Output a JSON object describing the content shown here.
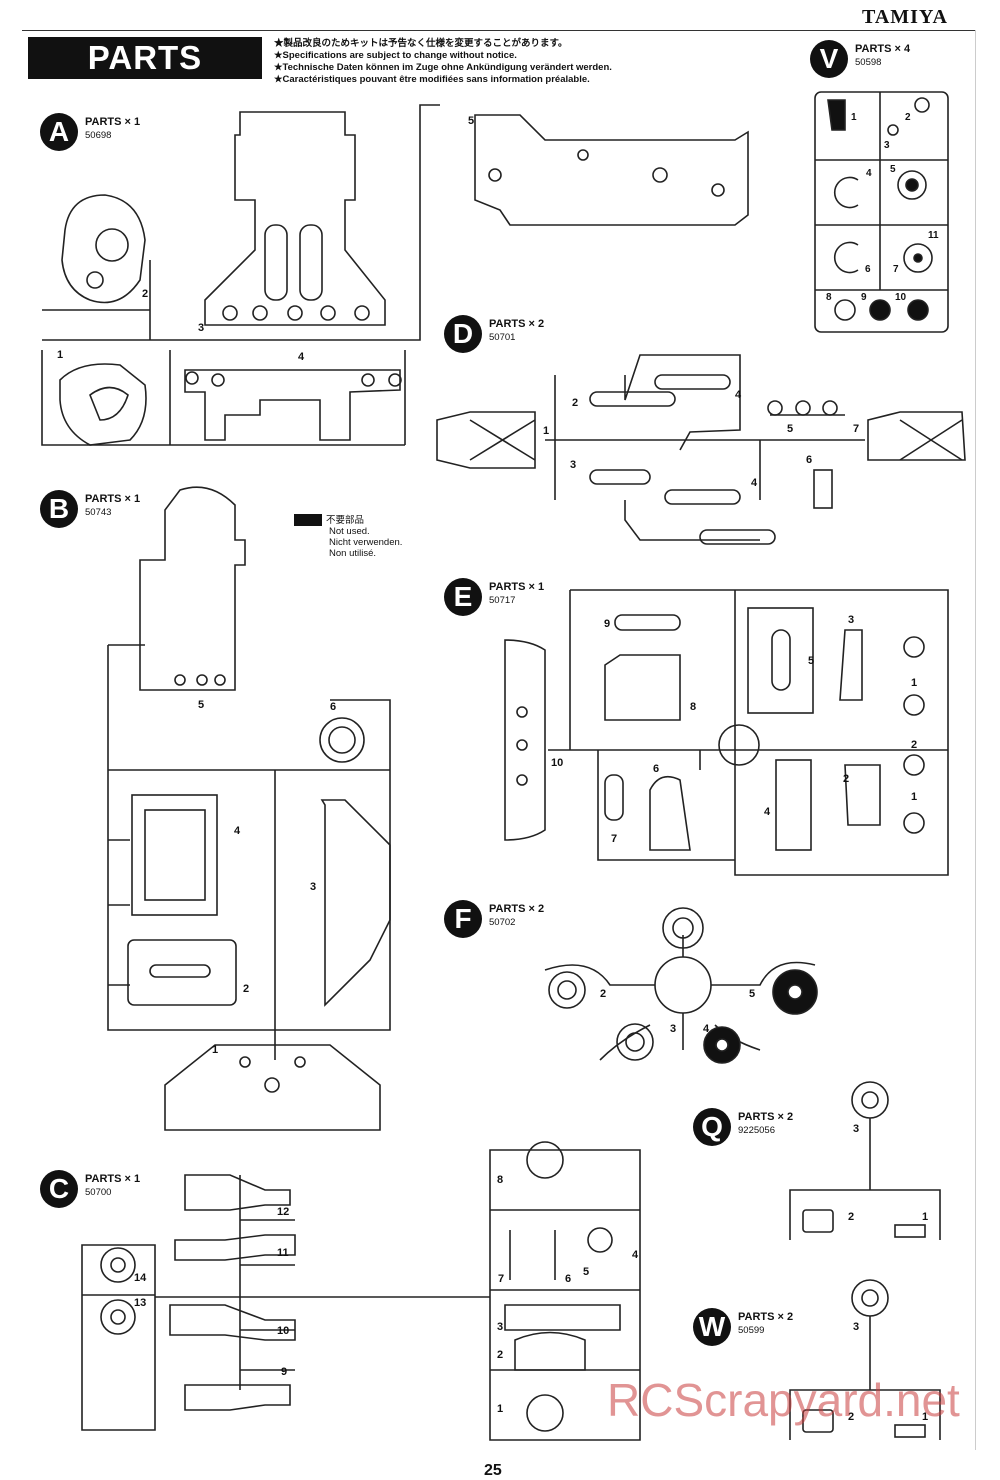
{
  "brand": "TAMIYA",
  "page_title": "PARTS",
  "notices": [
    "★製品改良のためキットは予告なく仕様を変更することがあります。",
    "★Specifications are subject to change without notice.",
    "★Technische Daten können im Zuge ohne Ankündigung verändert werden.",
    "★Caractéristiques pouvant être modifiées sans information préalable."
  ],
  "legend": {
    "jp": "不要部品",
    "en": "Not used.",
    "de": "Nicht verwenden.",
    "fr": "Non utilisé."
  },
  "sections": [
    {
      "letter": "A",
      "qty": "PARTS × 1",
      "code": "50698"
    },
    {
      "letter": "B",
      "qty": "PARTS × 1",
      "code": "50743"
    },
    {
      "letter": "C",
      "qty": "PARTS × 1",
      "code": "50700"
    },
    {
      "letter": "D",
      "qty": "PARTS × 2",
      "code": "50701"
    },
    {
      "letter": "E",
      "qty": "PARTS × 1",
      "code": "50717"
    },
    {
      "letter": "F",
      "qty": "PARTS × 2",
      "code": "50702"
    },
    {
      "letter": "Q",
      "qty": "PARTS × 2",
      "code": "9225056"
    },
    {
      "letter": "W",
      "qty": "PARTS × 2",
      "code": "50599"
    },
    {
      "letter": "V",
      "qty": "PARTS × 4",
      "code": "50598"
    }
  ],
  "part_numbers": {
    "A": [
      "1",
      "2",
      "3",
      "4",
      "5"
    ],
    "B": [
      "1",
      "2",
      "3",
      "4",
      "5",
      "6"
    ],
    "C": [
      "1",
      "2",
      "3",
      "4",
      "5",
      "6",
      "7",
      "8",
      "9",
      "10",
      "11",
      "12",
      "13",
      "14"
    ],
    "D": [
      "1",
      "2",
      "3",
      "4",
      "4",
      "5",
      "6",
      "7"
    ],
    "E": [
      "1",
      "1",
      "2",
      "2",
      "3",
      "4",
      "5",
      "6",
      "7",
      "8",
      "9",
      "10"
    ],
    "F": [
      "2",
      "3",
      "4",
      "5"
    ],
    "Q": [
      "1",
      "2",
      "3"
    ],
    "W": [
      "1",
      "2",
      "3"
    ],
    "V": [
      "1",
      "2",
      "3",
      "4",
      "5",
      "6",
      "7",
      "8",
      "9",
      "10",
      "11"
    ]
  },
  "watermark": "RCScrapyard.net",
  "page_number": "25"
}
